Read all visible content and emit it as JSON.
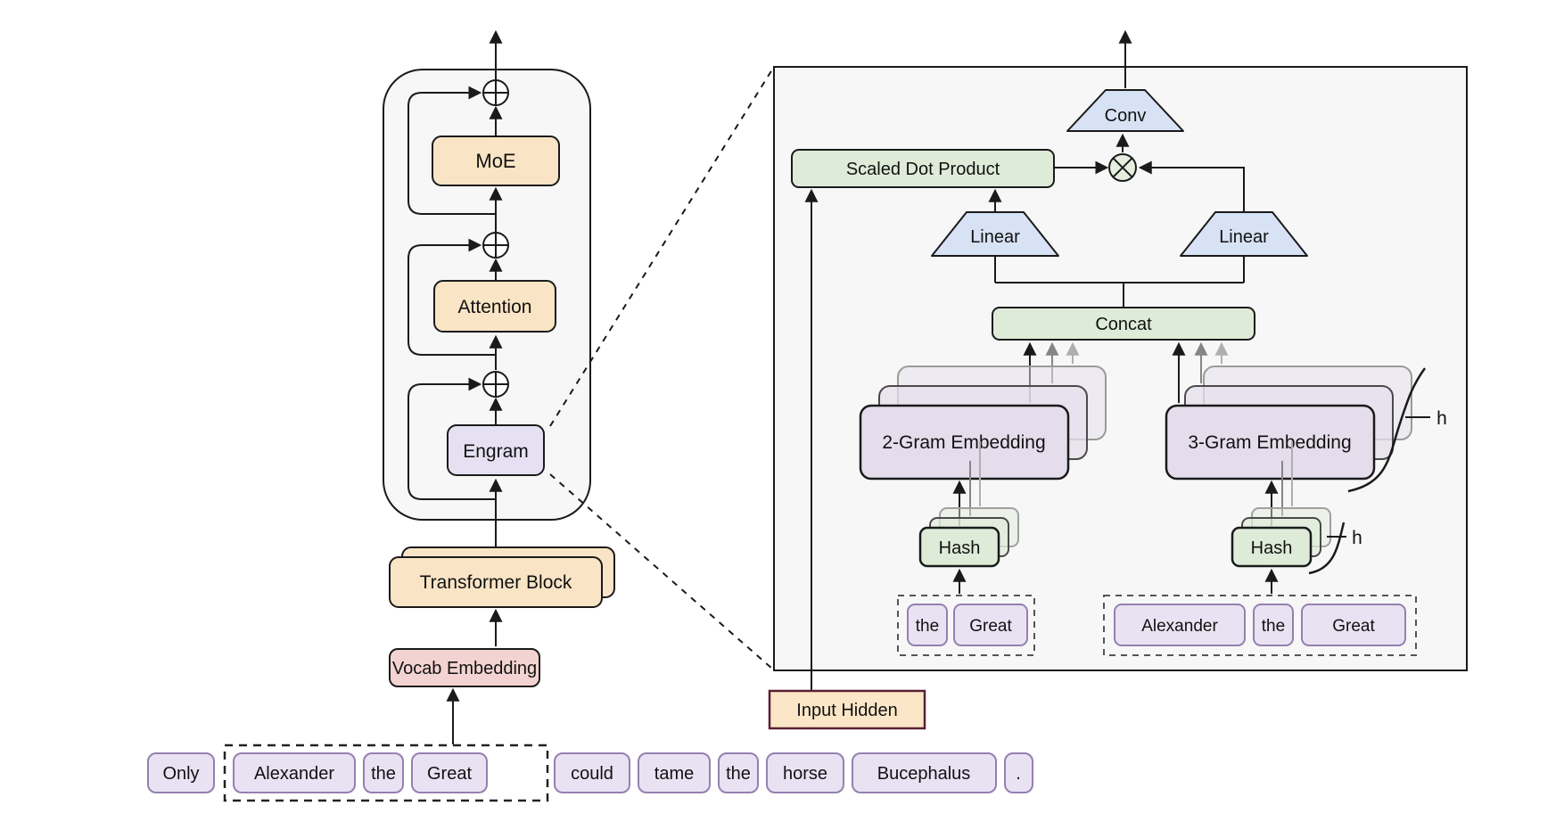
{
  "colors": {
    "peach": "#F9E4C5",
    "pink": "#F3D3D1",
    "lavender_box": "#E6E1F2",
    "token_fill": "#E9E2F3",
    "token_border": "#9480B0",
    "purple_embed": "#E5DDEC",
    "green": "#DEEBD8",
    "blue": "#D8E2F5",
    "otimes_fill": "#E6EFDF",
    "panel_fill": "#F7F7F7",
    "line": "#1A1A1A",
    "input_hidden_fill": "#FBE6C8",
    "input_hidden_border": "#5A2033"
  },
  "transformer": {
    "moe": "MoE",
    "attention": "Attention",
    "engram": "Engram",
    "transformer_block": "Transformer Block",
    "vocab_embedding": "Vocab Embedding"
  },
  "sentence": {
    "tokens": [
      "Only",
      "Alexander",
      "the",
      "Great",
      "could",
      "tame",
      "the",
      "horse",
      "Bucephalus",
      "."
    ]
  },
  "engram_detail": {
    "conv": "Conv",
    "scaled_dot_product": "Scaled Dot Product",
    "linear_left": "Linear",
    "linear_right": "Linear",
    "concat": "Concat",
    "two_gram_embedding": "2-Gram Embedding",
    "three_gram_embedding": "3-Gram Embedding",
    "hash_left": "Hash",
    "hash_right": "Hash",
    "bigram_tokens": [
      "the",
      "Great"
    ],
    "trigram_tokens": [
      "Alexander",
      "the",
      "Great"
    ],
    "heads_label_embedding": "h",
    "heads_label_hash": "h",
    "input_hidden": "Input Hidden"
  }
}
